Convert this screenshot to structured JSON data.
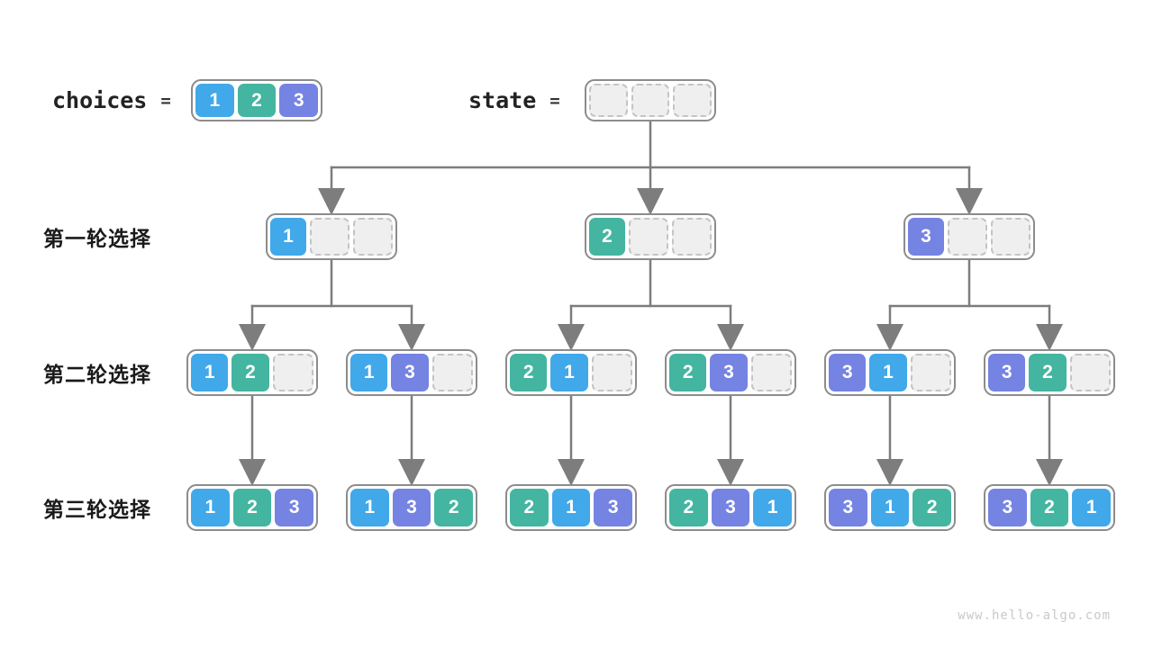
{
  "header": {
    "choices": {
      "label": "choices",
      "eq": "=",
      "cells": [
        "1",
        "2",
        "3"
      ]
    },
    "state": {
      "label": "state",
      "eq": "=",
      "cells": [
        "",
        "",
        ""
      ]
    }
  },
  "rounds": [
    {
      "label": "第一轮选择",
      "nodes": [
        {
          "cells": [
            "1",
            "",
            ""
          ]
        },
        {
          "cells": [
            "2",
            "",
            ""
          ]
        },
        {
          "cells": [
            "3",
            "",
            ""
          ]
        }
      ]
    },
    {
      "label": "第二轮选择",
      "nodes": [
        {
          "cells": [
            "1",
            "2",
            ""
          ]
        },
        {
          "cells": [
            "1",
            "3",
            ""
          ]
        },
        {
          "cells": [
            "2",
            "1",
            ""
          ]
        },
        {
          "cells": [
            "2",
            "3",
            ""
          ]
        },
        {
          "cells": [
            "3",
            "1",
            ""
          ]
        },
        {
          "cells": [
            "3",
            "2",
            ""
          ]
        }
      ]
    },
    {
      "label": "第三轮选择",
      "nodes": [
        {
          "cells": [
            "1",
            "2",
            "3"
          ]
        },
        {
          "cells": [
            "1",
            "3",
            "2"
          ]
        },
        {
          "cells": [
            "2",
            "1",
            "3"
          ]
        },
        {
          "cells": [
            "2",
            "3",
            "1"
          ]
        },
        {
          "cells": [
            "3",
            "1",
            "2"
          ]
        },
        {
          "cells": [
            "3",
            "2",
            "1"
          ]
        }
      ]
    }
  ],
  "watermark": "www.hello-algo.com",
  "colors": {
    "value1": "#41A8EA",
    "value2": "#44B5A0",
    "value3": "#7583E2",
    "line": "#7d7d7d",
    "box_border": "#8c8c8c",
    "empty_fill": "#efefef",
    "empty_border": "#c4c4c4",
    "text": "#1a1a1a",
    "watermark": "#c9c9c9"
  }
}
